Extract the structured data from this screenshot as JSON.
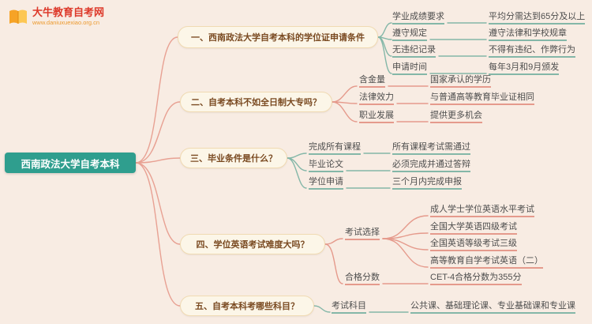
{
  "brand": {
    "name": "大牛教育自考网",
    "url": "www.daniuxuexiao.org.cn"
  },
  "colors": {
    "background": "#f8ece3",
    "root_bg": "#2f9e8e",
    "topic_bg": "#fcf6e8",
    "topic_text": "#7a4a21",
    "teal_line": "#84b7a8",
    "salmon_line": "#e59a8c",
    "trunk_line": "#e8a193",
    "brand_red": "#dd392a"
  },
  "root": {
    "label": "西南政法大学自考本科"
  },
  "branches": [
    {
      "label": "一、西南政法大学自考本科的学位证申请条件",
      "children": [
        {
          "label": "学业成绩要求",
          "children": [
            {
              "label": "平均分需达到65分及以上"
            }
          ]
        },
        {
          "label": "遵守规定",
          "children": [
            {
              "label": "遵守法律和学校规章"
            }
          ]
        },
        {
          "label": "无违纪记录",
          "children": [
            {
              "label": "不得有违纪、作弊行为"
            }
          ]
        },
        {
          "label": "申请时间",
          "children": [
            {
              "label": "每年3月和9月颁发"
            }
          ]
        }
      ]
    },
    {
      "label": "二、自考本科不如全日制大专吗？",
      "children": [
        {
          "label": "含金量",
          "children": [
            {
              "label": "国家承认的学历"
            }
          ]
        },
        {
          "label": "法律效力",
          "children": [
            {
              "label": "与普通高等教育毕业证相同"
            }
          ]
        },
        {
          "label": "职业发展",
          "children": [
            {
              "label": "提供更多机会"
            }
          ]
        }
      ]
    },
    {
      "label": "三、毕业条件是什么？",
      "children": [
        {
          "label": "完成所有课程",
          "children": [
            {
              "label": "所有课程考试需通过"
            }
          ]
        },
        {
          "label": "毕业论文",
          "children": [
            {
              "label": "必须完成并通过答辩"
            }
          ]
        },
        {
          "label": "学位申请",
          "children": [
            {
              "label": "三个月内完成申报"
            }
          ]
        }
      ]
    },
    {
      "label": "四、学位英语考试难度大吗？",
      "children": [
        {
          "label": "考试选择",
          "children": [
            {
              "label": "成人学士学位英语水平考试"
            },
            {
              "label": "全国大学英语四级考试"
            },
            {
              "label": "全国英语等级考试三级"
            },
            {
              "label": "高等教育自学考试英语（二）"
            }
          ]
        },
        {
          "label": "合格分数",
          "children": [
            {
              "label": "CET-4合格分数为355分"
            }
          ]
        }
      ]
    },
    {
      "label": "五、自考本科考哪些科目？",
      "children": [
        {
          "label": "考试科目",
          "children": [
            {
              "label": "公共课、基础理论课、专业基础课和专业课"
            }
          ]
        }
      ]
    }
  ]
}
